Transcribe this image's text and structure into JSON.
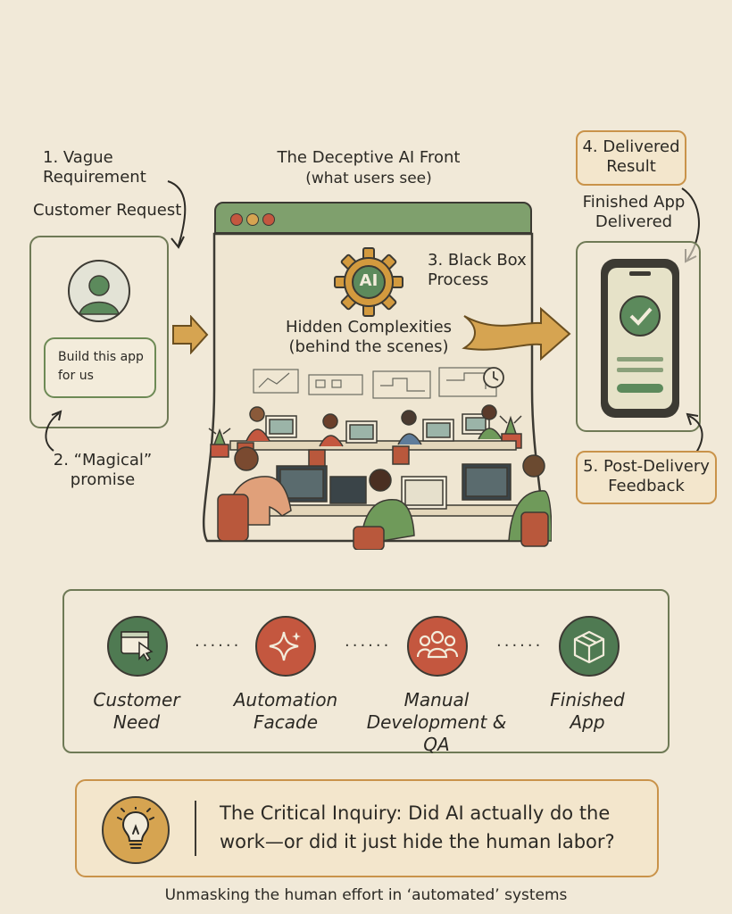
{
  "step1": {
    "label": "1. Vague\nRequirement"
  },
  "customer_request": {
    "label": "Customer Request"
  },
  "request_bubble": {
    "text": "Build this app\nfor us"
  },
  "step2": {
    "label": "2. “Magical”\npromise"
  },
  "front": {
    "title": "The Deceptive AI Front",
    "subtitle": "(what users see)"
  },
  "ai_gear": {
    "text": "AI"
  },
  "step3": {
    "label": "3. Black Box\nProcess"
  },
  "hidden": {
    "label": "Hidden Complexities\n(behind the scenes)"
  },
  "step4": {
    "label": "4. Delivered\nResult"
  },
  "finished_delivered": {
    "label": "Finished App\nDelivered"
  },
  "step5": {
    "label": "5. Post-Delivery\nFeedback"
  },
  "flow": {
    "items": [
      {
        "label": "Customer\nNeed",
        "icon": "browser-cursor-icon",
        "color": "#4f7a52"
      },
      {
        "label": "Automation\nFacade",
        "icon": "sparkle-icon",
        "color": "#c4573f"
      },
      {
        "label": "Manual\nDevelopment & QA",
        "icon": "people-icon",
        "color": "#c4573f"
      },
      {
        "label": "Finished\nApp",
        "icon": "package-icon",
        "color": "#4f7a52"
      }
    ],
    "dots": "......"
  },
  "inquiry": {
    "text": "The Critical Inquiry: Did AI actually do the\nwork—or did it just hide the human labor?",
    "icon": "lightbulb-icon"
  },
  "footer": {
    "text": "Unmasking the human effort in ‘automated’ systems"
  },
  "colors": {
    "green": "#4f7a52",
    "terracotta": "#c4573f",
    "gold": "#c9934a",
    "paper": "#f1e9d8"
  }
}
